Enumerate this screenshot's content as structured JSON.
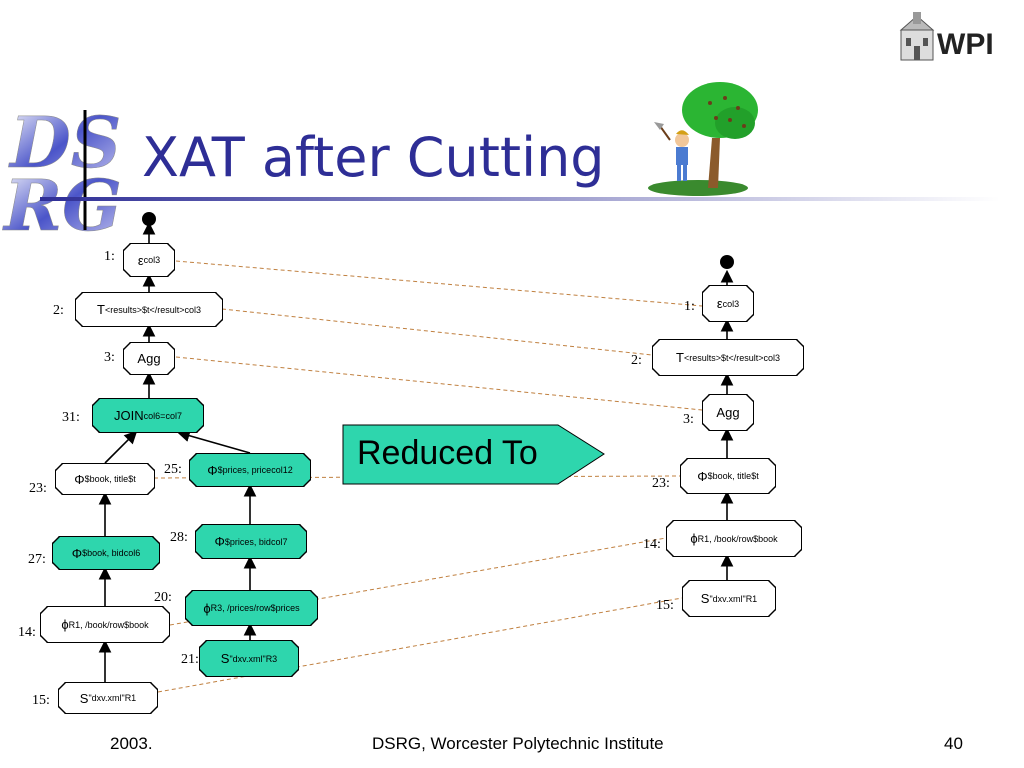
{
  "slide": {
    "title": "XAT after Cutting",
    "logo_text": "WPI",
    "reduced_label": "Reduced To",
    "footer": {
      "left": "2003.",
      "center": "DSRG,  Worcester Polytechnic Institute",
      "right": "40"
    },
    "colors": {
      "title": "#2e2e96",
      "highlight": "#2ed6ad",
      "dashed": "#c08040"
    }
  },
  "left_tree": [
    {
      "id": "1",
      "label": "1:",
      "main": "ε",
      "sub": "col3",
      "sup": "",
      "green": false
    },
    {
      "id": "2",
      "label": "2:",
      "main": "T",
      "sub": "<results>$t</result>",
      "sup": "col3",
      "green": false
    },
    {
      "id": "3",
      "label": "3:",
      "main": "Agg",
      "sub": "",
      "sup": "",
      "green": false
    },
    {
      "id": "31",
      "label": "31:",
      "main": "JOIN ",
      "sub": "col6=col7",
      "sup": "",
      "green": true
    },
    {
      "id": "23",
      "label": "23:",
      "main": "Φ",
      "sub": "$book, title",
      "sup": "$t",
      "green": false
    },
    {
      "id": "25",
      "label": "25:",
      "main": "Φ",
      "sub": "$prices, price",
      "sup": "col12",
      "green": true
    },
    {
      "id": "27",
      "label": "27:",
      "main": "Φ",
      "sub": "$book, bid",
      "sup": "col6",
      "green": true
    },
    {
      "id": "28",
      "label": "28:",
      "main": "Φ",
      "sub": "$prices, bid",
      "sup": "col7",
      "green": true
    },
    {
      "id": "14",
      "label": "14:",
      "main": "ϕ",
      "sub": "R1, /book/row",
      "sup": "$book",
      "green": false
    },
    {
      "id": "20",
      "label": "20:",
      "main": "ϕ",
      "sub": "R3, /prices/row",
      "sup": "$prices",
      "green": true
    },
    {
      "id": "21",
      "label": "21:",
      "main": "S",
      "sub": "\"dxv.xml\"",
      "sup": "R3",
      "green": true
    },
    {
      "id": "15",
      "label": "15:",
      "main": "S",
      "sub": "\"dxv.xml\"",
      "sup": "R1",
      "green": false
    }
  ],
  "right_tree": [
    {
      "id": "1",
      "label": "1:",
      "main": "ε",
      "sub": "col3",
      "sup": "",
      "green": false
    },
    {
      "id": "2",
      "label": "2:",
      "main": "T",
      "sub": "<results>$t</result>",
      "sup": "col3",
      "green": false
    },
    {
      "id": "3",
      "label": "3:",
      "main": "Agg",
      "sub": "",
      "sup": "",
      "green": false
    },
    {
      "id": "23",
      "label": "23:",
      "main": "Φ",
      "sub": "$book, title",
      "sup": "$t",
      "green": false
    },
    {
      "id": "14",
      "label": "14:",
      "main": "ϕ",
      "sub": "R1, /book/row",
      "sup": "$book",
      "green": false
    },
    {
      "id": "15",
      "label": "15:",
      "main": "S",
      "sub": "\"dxv.xml\"",
      "sup": "R1",
      "green": false
    }
  ]
}
